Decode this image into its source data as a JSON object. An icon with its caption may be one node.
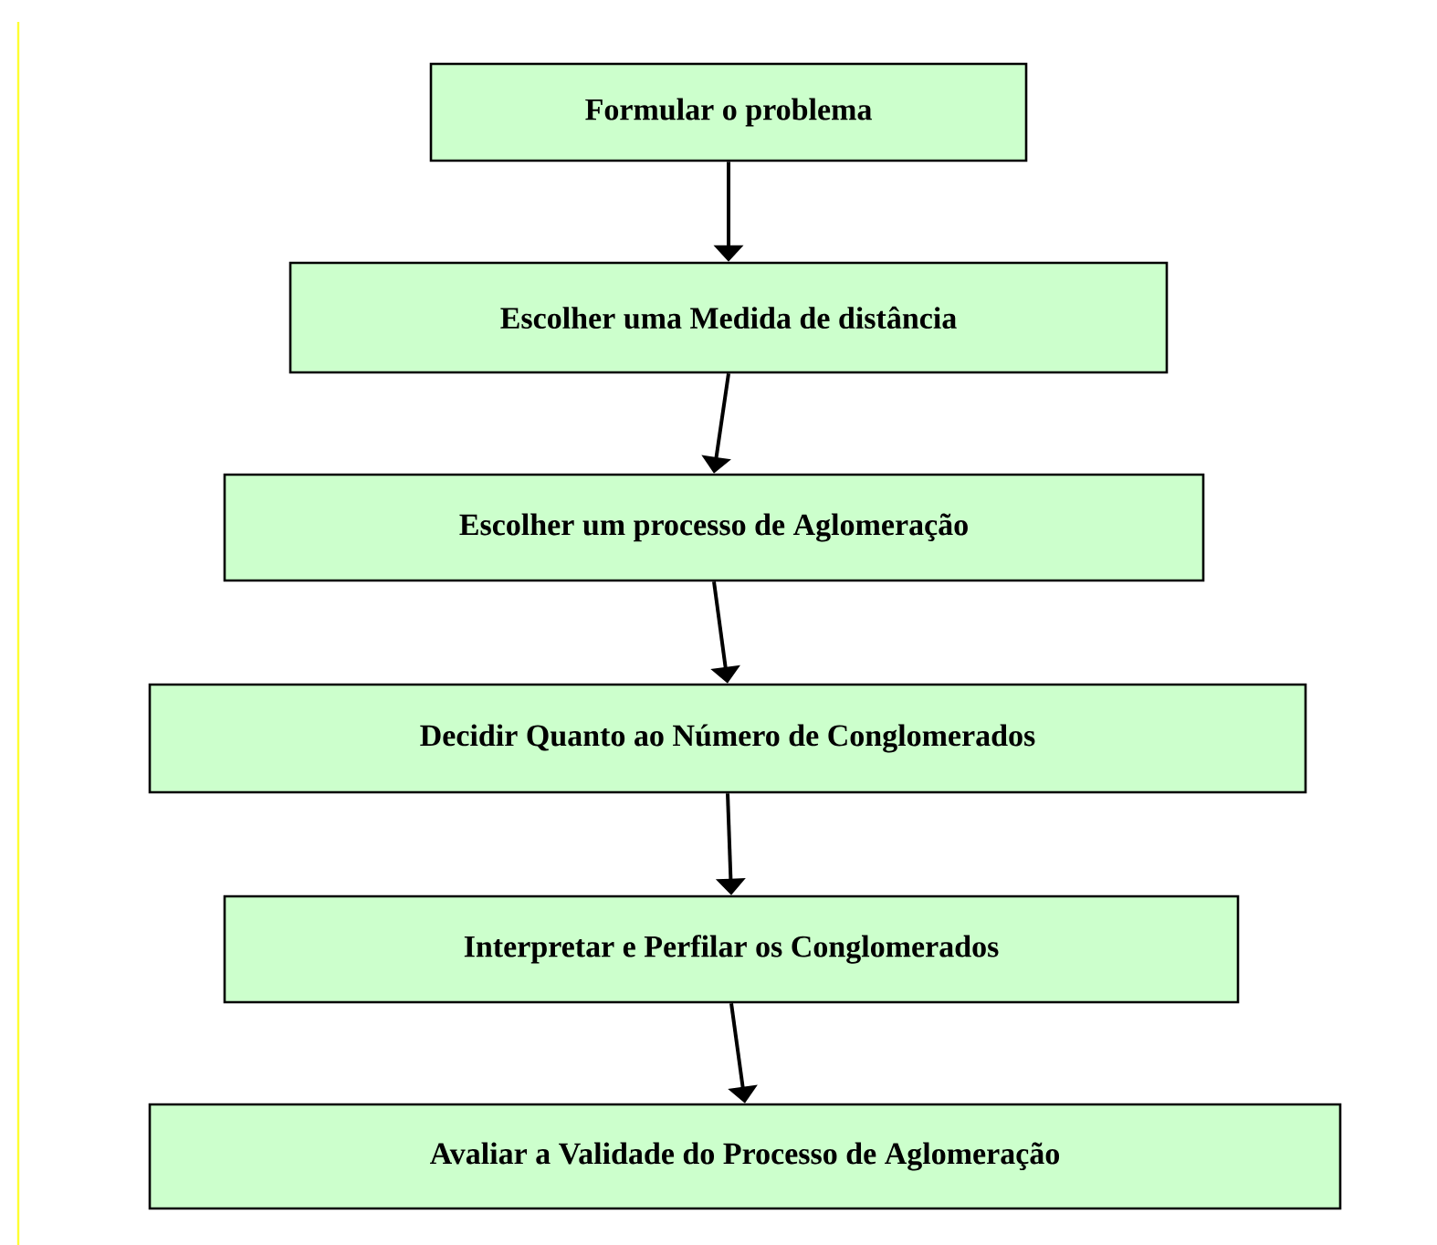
{
  "diagram": {
    "nodes": [
      {
        "text": [
          "Formular o problema"
        ]
      },
      {
        "text": [
          "Escolher uma Medida de distância"
        ]
      },
      {
        "text": [
          "Escolher um processo de Aglomeração"
        ]
      },
      {
        "text": [
          "Decidir Quanto ao Número de Conglomerados"
        ]
      },
      {
        "text": [
          "Interpretar e Perfilar os Conglomerados"
        ]
      },
      {
        "text": [
          "Avaliar a Validade do Processo de Aglomeração"
        ]
      }
    ],
    "edges": [
      {
        "from": 0,
        "to": 1,
        "arrow": "to"
      },
      {
        "from": 1,
        "to": 2,
        "arrow": "to"
      },
      {
        "from": 2,
        "to": 3,
        "arrow": "to"
      },
      {
        "from": 3,
        "to": 4,
        "arrow": "to"
      },
      {
        "from": 4,
        "to": 5,
        "arrow": "to"
      }
    ]
  }
}
